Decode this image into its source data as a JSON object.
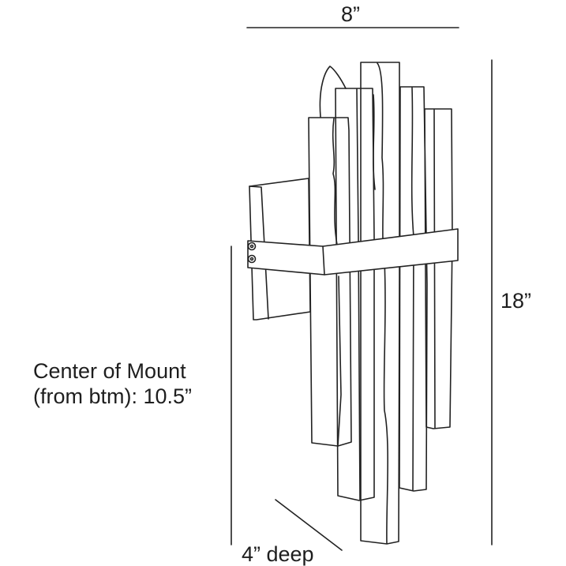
{
  "diagram": {
    "subject": "wall sconce line drawing",
    "dimensions": {
      "width": "8”",
      "height": "18”",
      "depth": "4” deep",
      "mount_line1": "Center of Mount",
      "mount_line2": "(from btm): 10.5”"
    },
    "colors": {
      "line": "#222222",
      "background": "#ffffff"
    }
  }
}
